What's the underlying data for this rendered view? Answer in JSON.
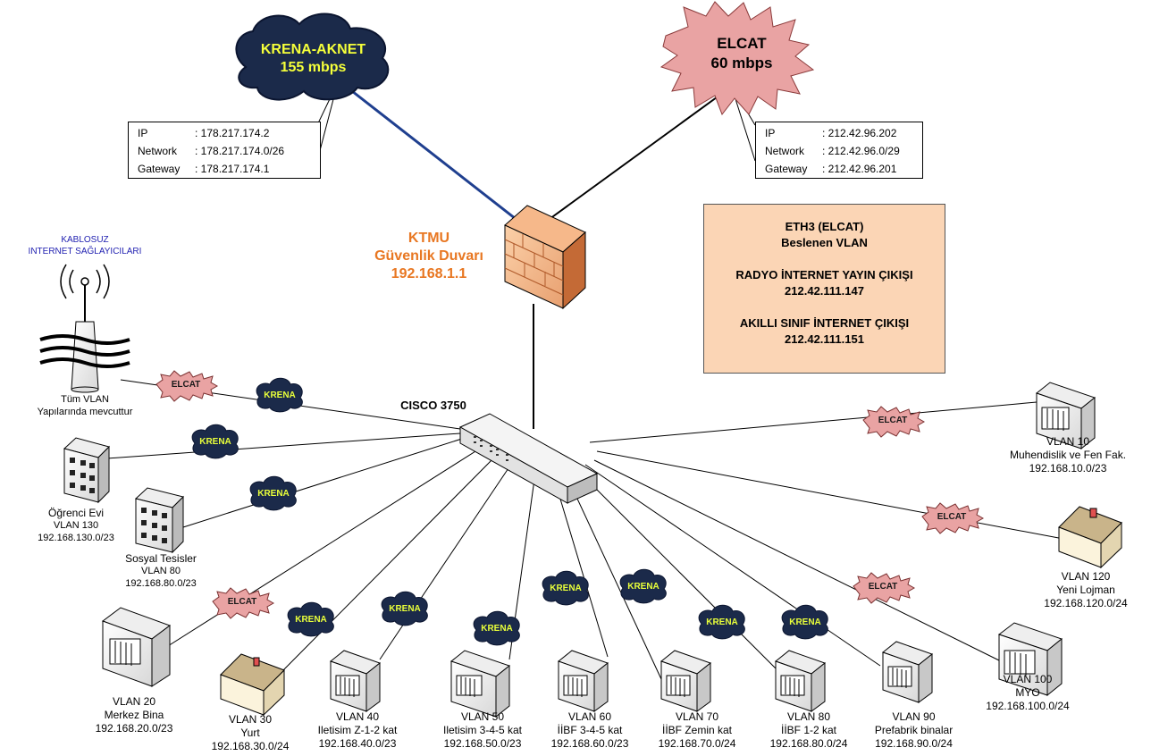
{
  "uplinks": {
    "krena": {
      "name": "KRENA-AKNET",
      "speed": "155 mbps"
    },
    "elcat": {
      "name": "ELCAT",
      "speed": "60 mbps"
    }
  },
  "krena_info": {
    "ip_key": "IP",
    "ip": ": 178.217.174.2",
    "network_key": "Network",
    "network": ": 178.217.174.0/26",
    "gateway_key": "Gateway",
    "gateway": ": 178.217.174.1"
  },
  "elcat_info": {
    "ip_key": "IP",
    "ip": ": 212.42.96.202",
    "network_key": "Network",
    "network": ": 212.42.96.0/29",
    "gateway_key": "Gateway",
    "gateway": ": 212.42.96.201"
  },
  "firewall": {
    "line1": "KTMU",
    "line2": "Güvenlik Duvarı",
    "line3": "192.168.1.1"
  },
  "switch": {
    "label": "CISCO 3750"
  },
  "eth3_box": {
    "l1": "ETH3 (ELCAT)",
    "l2": "Beslenen VLAN",
    "l3": "RADYO İNTERNET YAYIN ÇIKIŞI",
    "l4": "212.42.111.147",
    "l5": "AKILLI SINIF İNTERNET ÇIKIŞI",
    "l6": "212.42.111.151"
  },
  "wireless": {
    "title1": "KABLOSUZ",
    "title2": "INTERNET SAĞLAYICILARI",
    "sub1": "Tüm VLAN",
    "sub2": "Yapılarında mevcuttur"
  },
  "tags": {
    "elcat": "ELCAT",
    "krena": "KRENA"
  },
  "vlans": [
    {
      "l1": "Öğrenci Evi",
      "l2": "VLAN 130",
      "l3": "192.168.130.0/23"
    },
    {
      "l1": "Sosyal Tesisler",
      "l2": "VLAN 80",
      "l3": "192.168.80.0/23"
    },
    {
      "l1": "VLAN 20",
      "l2": "Merkez Bina",
      "l3": "192.168.20.0/23"
    },
    {
      "l1": "VLAN 30",
      "l2": "Yurt",
      "l3": "192.168.30.0/24"
    },
    {
      "l1": "VLAN 40",
      "l2": "Iletisim Z-1-2 kat",
      "l3": "192.168.40.0/23"
    },
    {
      "l1": "VLAN 50",
      "l2": "Iletisim 3-4-5 kat",
      "l3": "192.168.50.0/23"
    },
    {
      "l1": "VLAN 60",
      "l2": "İİBF 3-4-5 kat",
      "l3": "192.168.60.0/23"
    },
    {
      "l1": "VLAN 70",
      "l2": "İİBF Zemin kat",
      "l3": "192.168.70.0/24"
    },
    {
      "l1": "VLAN 80",
      "l2": "İİBF 1-2 kat",
      "l3": "192.168.80.0/24"
    },
    {
      "l1": "VLAN 90",
      "l2": "Prefabrik binalar",
      "l3": "192.168.90.0/24"
    },
    {
      "l1": "VLAN 100",
      "l2": "MYO",
      "l3": "192.168.100.0/24"
    },
    {
      "l1": "VLAN 120",
      "l2": "Yeni Lojman",
      "l3": "192.168.120.0/24"
    },
    {
      "l1": "VLAN 10",
      "l2": "Muhendislik ve Fen Fak.",
      "l3": "192.168.10.0/23"
    }
  ],
  "colors": {
    "firewall_text": "#e87722",
    "eth3_fill": "#fbd5b5",
    "krena_line": "#1f3f8f",
    "krena_cloud": "#1b2a4a",
    "elcat_star": "#e9a3a3",
    "wireless_text": "#1f1fb0"
  }
}
